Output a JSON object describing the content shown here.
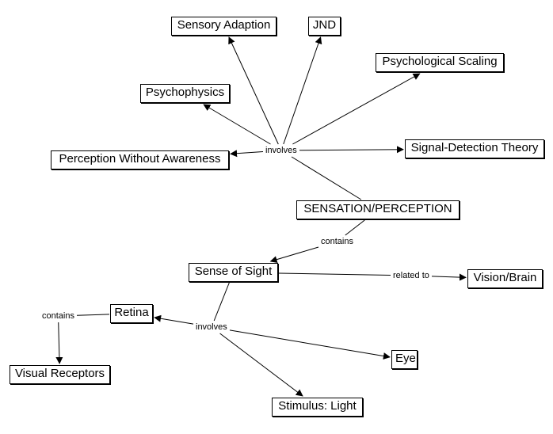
{
  "diagram": {
    "type": "concept-map",
    "colors": {
      "line": "#000000",
      "node_border": "#000000",
      "node_fill": "#ffffff",
      "text": "#000000"
    },
    "nodes": [
      {
        "id": "sensory-adaption",
        "label": "Sensory Adaption"
      },
      {
        "id": "jnd",
        "label": "JND"
      },
      {
        "id": "psychological-scaling",
        "label": "Psychological Scaling"
      },
      {
        "id": "psychophysics",
        "label": "Psychophysics"
      },
      {
        "id": "perception-without-awareness",
        "label": "Perception Without Awareness"
      },
      {
        "id": "signal-detection-theory",
        "label": "Signal-Detection Theory"
      },
      {
        "id": "sensation-perception",
        "label": "SENSATION/PERCEPTION"
      },
      {
        "id": "sense-of-sight",
        "label": "Sense of Sight"
      },
      {
        "id": "vision-brain",
        "label": "Vision/Brain"
      },
      {
        "id": "retina",
        "label": "Retina"
      },
      {
        "id": "visual-receptors",
        "label": "Visual Receptors"
      },
      {
        "id": "eye",
        "label": "Eye"
      },
      {
        "id": "stimulus-light",
        "label": "Stimulus: Light"
      }
    ],
    "link_phrases": [
      {
        "id": "lp-involves-1",
        "label": "involves",
        "from": "sensation-perception",
        "to": [
          "sensory-adaption",
          "jnd",
          "psychological-scaling",
          "psychophysics",
          "perception-without-awareness",
          "signal-detection-theory"
        ]
      },
      {
        "id": "lp-contains-1",
        "label": "contains",
        "from": "sensation-perception",
        "to": [
          "sense-of-sight"
        ]
      },
      {
        "id": "lp-related-to",
        "label": "related to",
        "from": "sense-of-sight",
        "to": [
          "vision-brain"
        ]
      },
      {
        "id": "lp-involves-2",
        "label": "involves",
        "from": "sense-of-sight",
        "to": [
          "retina",
          "eye",
          "stimulus-light"
        ]
      },
      {
        "id": "lp-contains-2",
        "label": "contains",
        "from": "retina",
        "to": [
          "visual-receptors"
        ]
      }
    ]
  }
}
